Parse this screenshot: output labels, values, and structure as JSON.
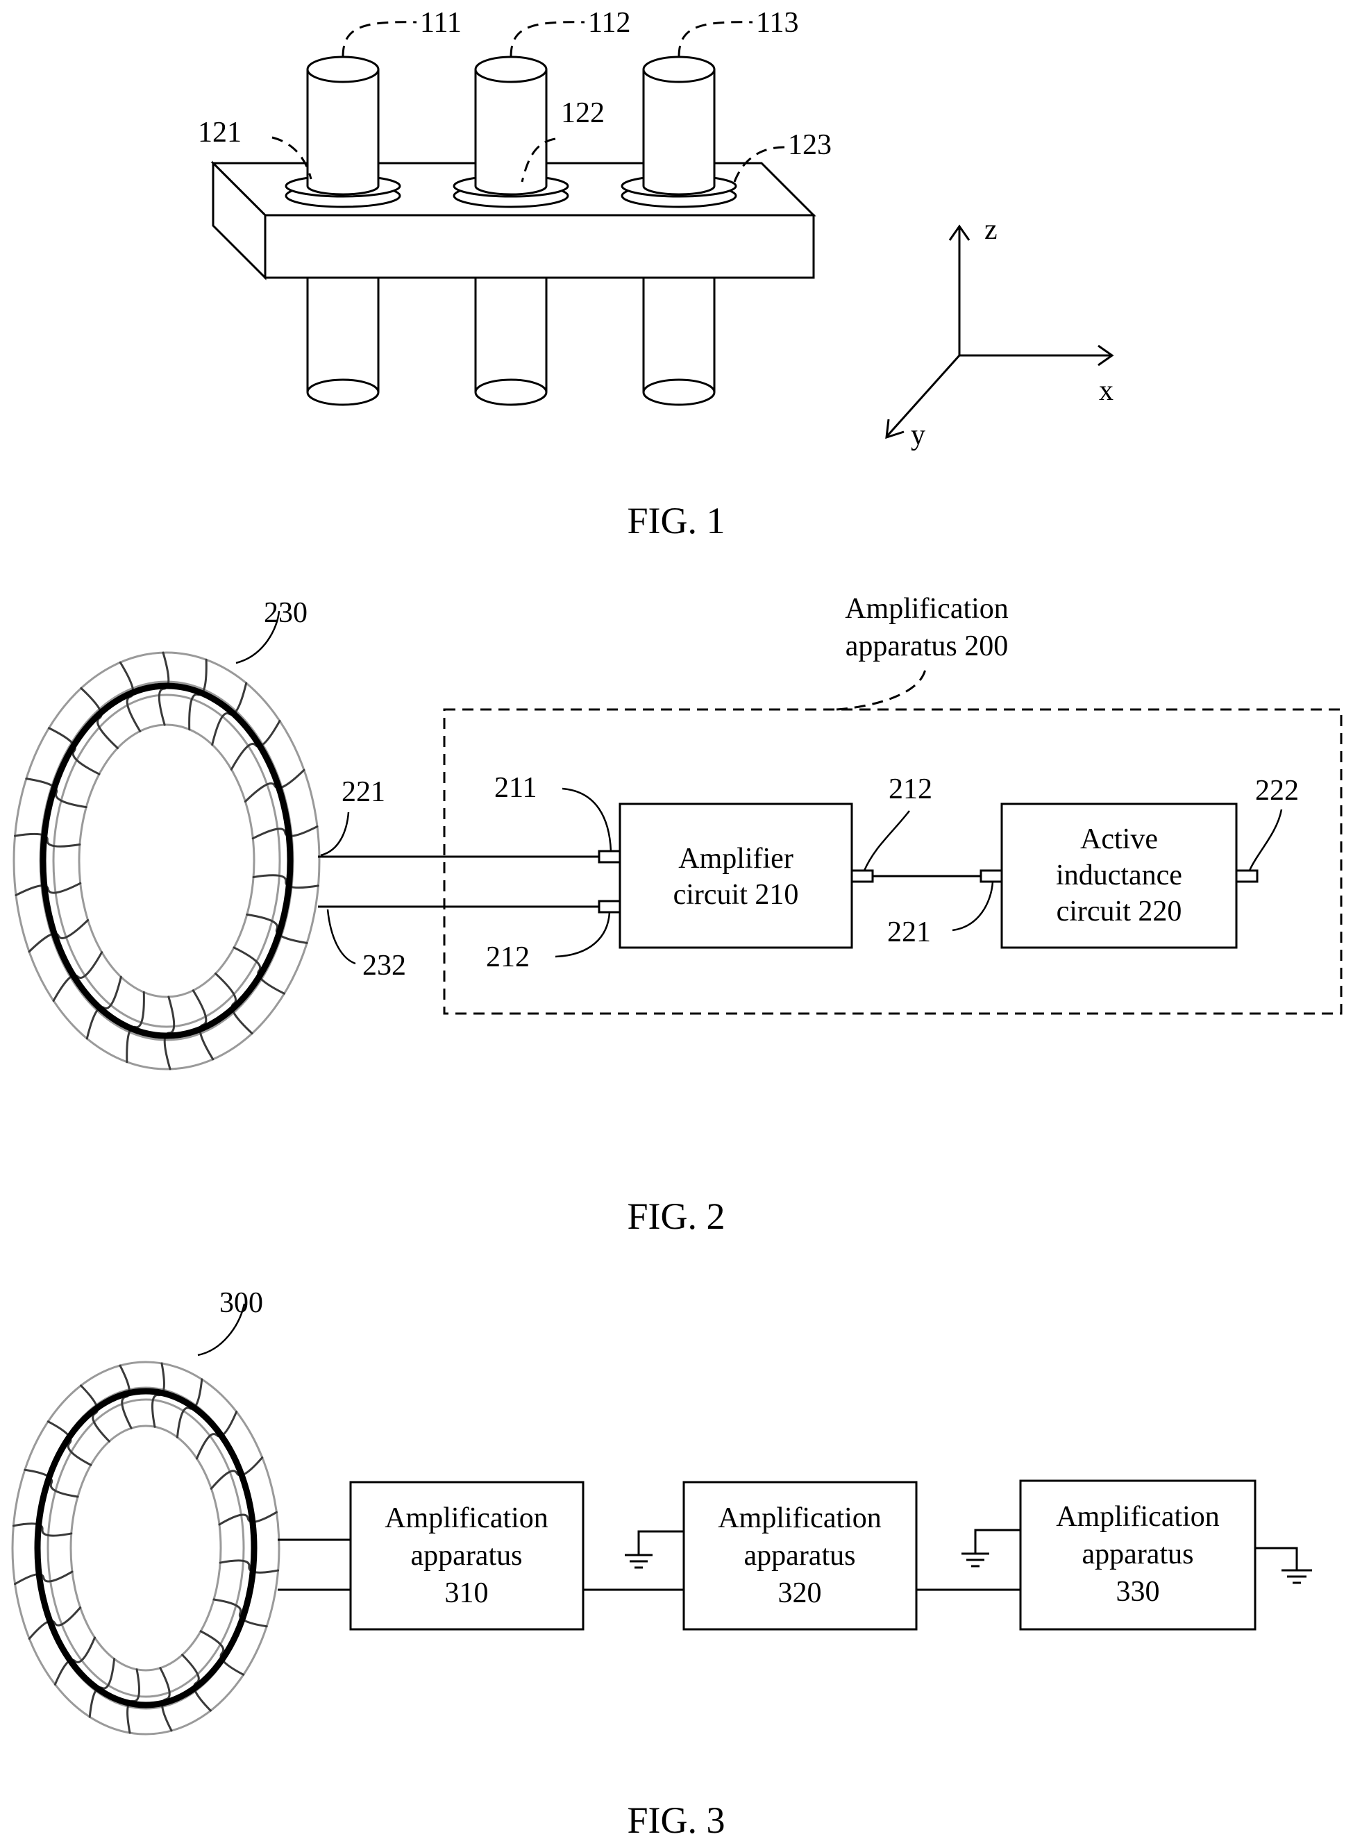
{
  "fig1": {
    "caption": "FIG. 1",
    "labels": {
      "p111": "111",
      "p112": "112",
      "p113": "113",
      "p121": "121",
      "p122": "122",
      "p123": "123"
    },
    "axes": {
      "z": "z",
      "x": "x",
      "y": "y"
    }
  },
  "fig2": {
    "caption": "FIG. 2",
    "toroid_label": "230",
    "lead_labels": {
      "top": "221",
      "bottom": "232"
    },
    "apparatus": {
      "line1": "Amplification",
      "line2": "apparatus 200"
    },
    "amplifier": {
      "line1": "Amplifier",
      "line2": "circuit 210",
      "in_top": "211",
      "in_bottom": "212",
      "out": "212"
    },
    "inductance": {
      "line1": "Active",
      "line2": "inductance",
      "line3": "circuit 220",
      "in": "221",
      "out": "222"
    }
  },
  "fig3": {
    "caption": "FIG. 3",
    "toroid_label": "300",
    "boxes": [
      {
        "line1": "Amplification",
        "line2": "apparatus",
        "line3": "310"
      },
      {
        "line1": "Amplification",
        "line2": "apparatus",
        "line3": "320"
      },
      {
        "line1": "Amplification",
        "line2": "apparatus",
        "line3": "330"
      }
    ]
  }
}
